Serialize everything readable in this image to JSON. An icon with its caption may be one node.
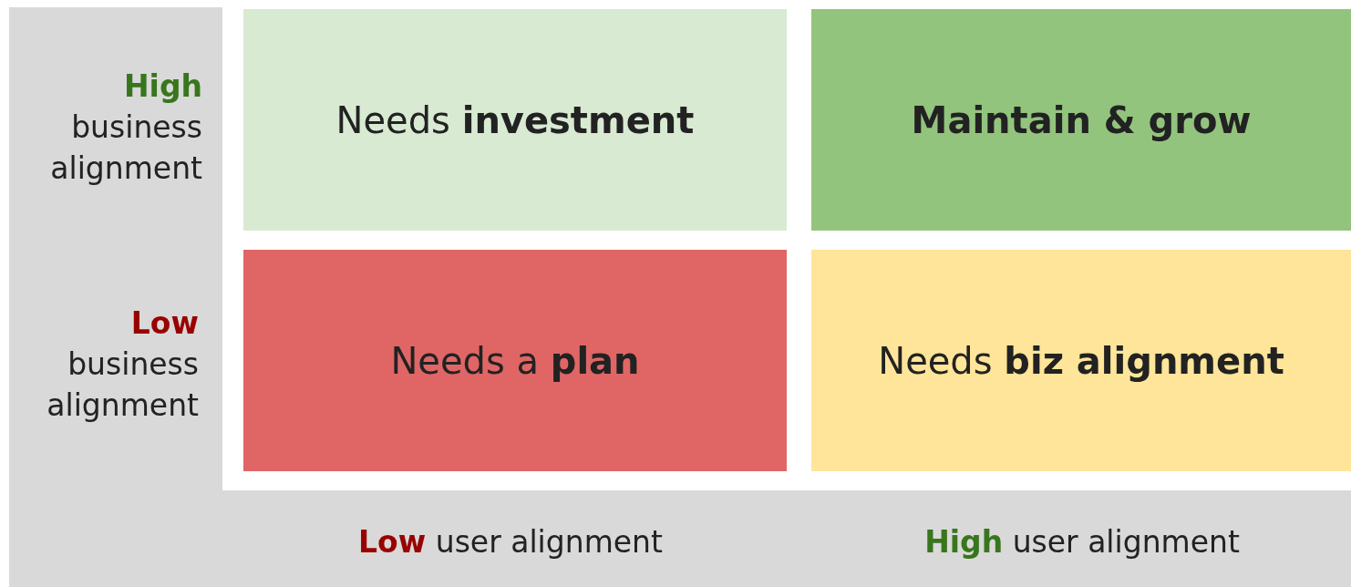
{
  "diagram": {
    "nodes": [
      {
        "text": [
          "Needs **investment**"
        ]
      },
      {
        "text": [
          "Maintain & grow"
        ]
      },
      {
        "text": [
          "Needs a **plan**"
        ]
      },
      {
        "text": [
          "Needs **biz alignment**"
        ]
      }
    ],
    "labels": [
      "**High** business alignment",
      "**Low** business alignment",
      "**Low** user alignment",
      "**High** user alignment"
    ]
  }
}
